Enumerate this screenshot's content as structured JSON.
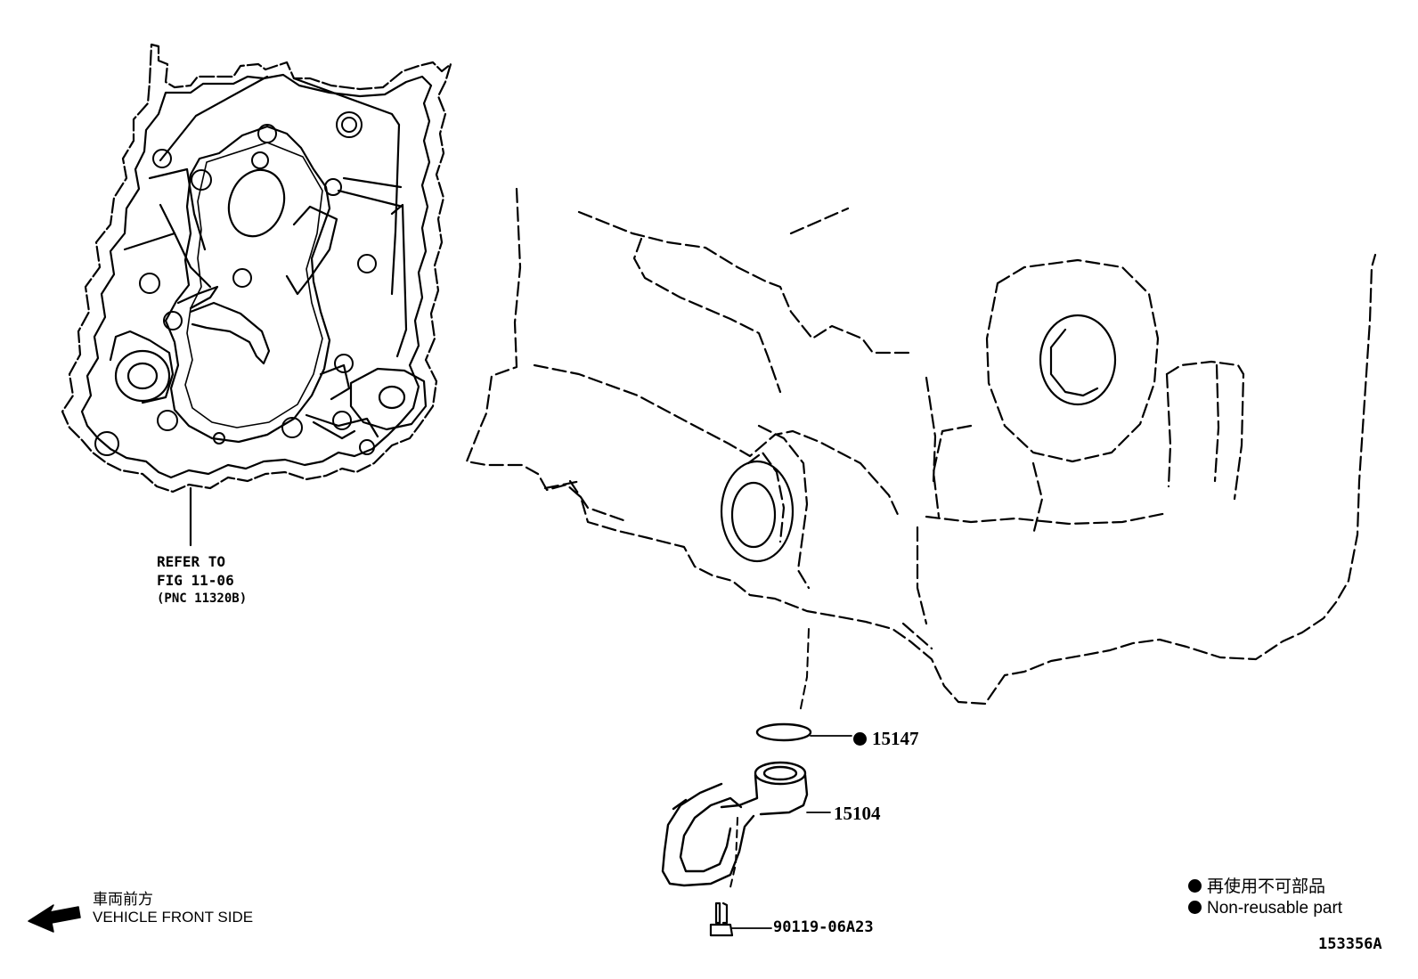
{
  "illustration_id": "153356A",
  "reference": {
    "line1": "REFER TO",
    "line2": "FIG 11-06",
    "line3": "(PNC 11320B)"
  },
  "parts": [
    {
      "number": "15147",
      "non_reusable": true
    },
    {
      "number": "15104",
      "non_reusable": false
    },
    {
      "number": "90119-06A23",
      "non_reusable": false
    }
  ],
  "legend": {
    "japanese": "再使用不可部品",
    "english": "Non-reusable part"
  },
  "direction": {
    "japanese": "車両前方",
    "english": "VEHICLE FRONT SIDE"
  }
}
